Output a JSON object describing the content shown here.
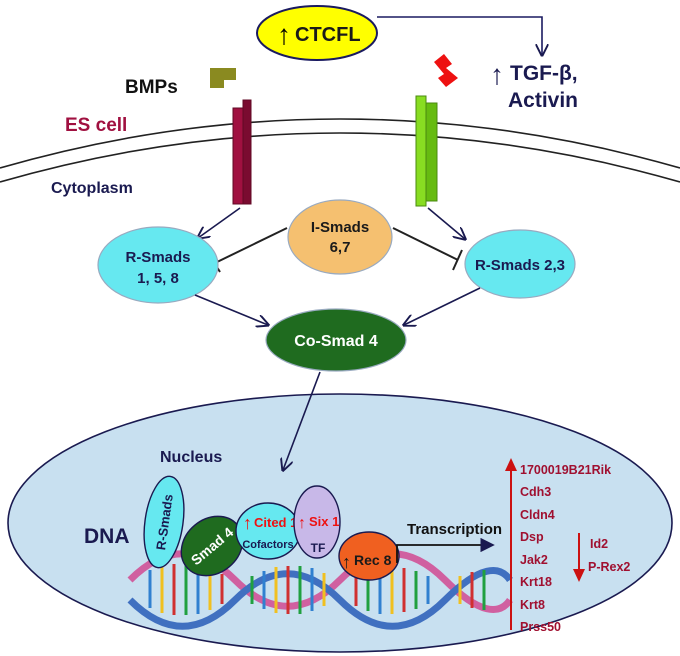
{
  "ctcfl": {
    "arrow": "↑",
    "label": "CTCFL"
  },
  "bmps": {
    "label": "BMPs"
  },
  "tgf": {
    "arrow": "↑",
    "line1": "TGF-β,",
    "line2": "Activin"
  },
  "es_cell": {
    "label": "ES cell"
  },
  "cytoplasm": {
    "label": "Cytoplasm"
  },
  "i_smads": {
    "line1": "I-Smads",
    "line2": "6,7"
  },
  "r_smads_left": {
    "line1": "R-Smads",
    "line2": "1, 5, 8"
  },
  "r_smads_right": {
    "label": "R-Smads 2,3"
  },
  "co_smad": {
    "label": "Co-Smad 4"
  },
  "nucleus": {
    "label": "Nucleus"
  },
  "dna": {
    "label": "DNA"
  },
  "complex": {
    "r_smads": "R-Smads",
    "smad4": "Smad 4",
    "cited": "Cited 1",
    "cited_arrow": "↑",
    "cofactors": "Cofactors",
    "six": "Six 1",
    "six_arrow": "↑",
    "tf": "TF",
    "rec": "Rec 8",
    "rec_arrow": "↑"
  },
  "transcription": {
    "label": "Transcription"
  },
  "genes_up": [
    "1700019B21Rik",
    "Cdh3",
    "Cldn4",
    "Dsp",
    "Jak2",
    "Krt18",
    "Krt8",
    "Prss50"
  ],
  "genes_down": [
    "Id2",
    "P-Rex2"
  ],
  "colors": {
    "ctcfl_fill": "#ffff00",
    "bmp_receptor": "#a01040",
    "tgf_receptor": "#88dd22",
    "membrane": "#8b1535",
    "r_smad_fill": "#66e8f0",
    "i_smad_fill": "#f5c070",
    "co_smad_fill": "#1f6b1f",
    "nucleus_fill": "#c8e0f0",
    "rec_fill": "#f06020",
    "tf_fill": "#c8b8e8",
    "gene_text": "#a01030",
    "navy": "#1a1a60"
  }
}
